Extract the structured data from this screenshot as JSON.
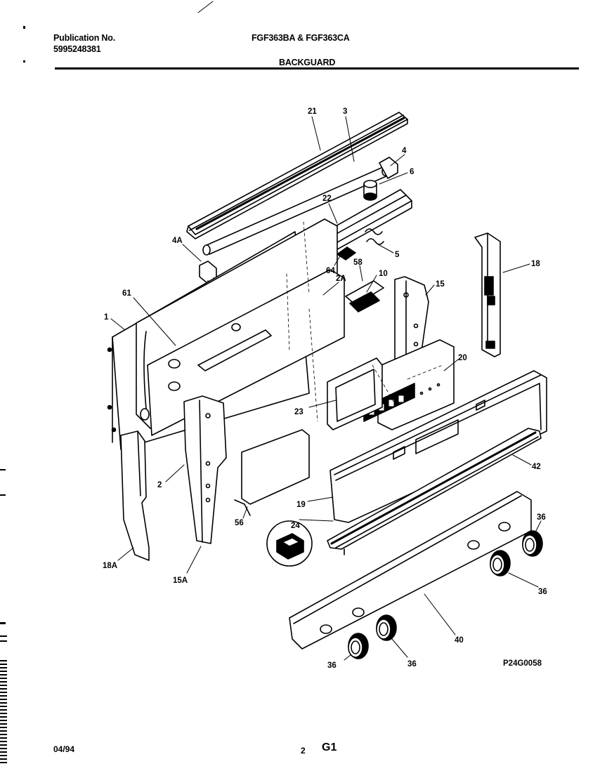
{
  "header": {
    "publication_label": "Publication No.",
    "publication_number": "5995248381",
    "model_numbers": "FGF363BA & FGF363CA",
    "section_title": "BACKGUARD"
  },
  "callouts": [
    {
      "id": "c21",
      "label": "21"
    },
    {
      "id": "c3",
      "label": "3"
    },
    {
      "id": "c4",
      "label": "4"
    },
    {
      "id": "c6",
      "label": "6"
    },
    {
      "id": "c22",
      "label": "22"
    },
    {
      "id": "c4A",
      "label": "4A"
    },
    {
      "id": "c5",
      "label": "5"
    },
    {
      "id": "c64",
      "label": "64"
    },
    {
      "id": "c58",
      "label": "58"
    },
    {
      "id": "c10",
      "label": "10"
    },
    {
      "id": "c18",
      "label": "18"
    },
    {
      "id": "c2A",
      "label": "2A"
    },
    {
      "id": "c15",
      "label": "15"
    },
    {
      "id": "c61",
      "label": "61"
    },
    {
      "id": "c1",
      "label": "1"
    },
    {
      "id": "c20",
      "label": "20"
    },
    {
      "id": "c23",
      "label": "23"
    },
    {
      "id": "c42",
      "label": "42"
    },
    {
      "id": "c2",
      "label": "2"
    },
    {
      "id": "c19",
      "label": "19"
    },
    {
      "id": "c36a",
      "label": "36"
    },
    {
      "id": "c56",
      "label": "56"
    },
    {
      "id": "c24",
      "label": "24"
    },
    {
      "id": "c18A",
      "label": "18A"
    },
    {
      "id": "c15A",
      "label": "15A"
    },
    {
      "id": "c36b",
      "label": "36"
    },
    {
      "id": "c40",
      "label": "40"
    },
    {
      "id": "c36c",
      "label": "36"
    },
    {
      "id": "c36d",
      "label": "36"
    }
  ],
  "diagram_code": "P24G0058",
  "footer": {
    "date": "04/94",
    "page": "2",
    "code": "G1"
  }
}
